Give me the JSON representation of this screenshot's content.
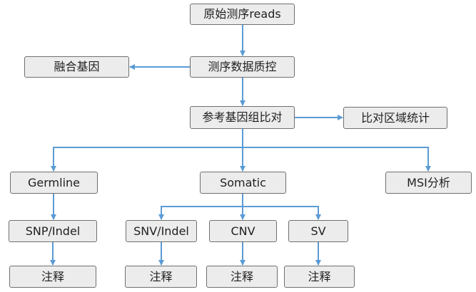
{
  "colors": {
    "node_fill": "#ececec",
    "node_border": "#6f6f6f",
    "edge": "#5b9bd5",
    "text": "#1f1f1f"
  },
  "nodes": {
    "raw_reads": "原始测序reads",
    "qc": "测序数据质控",
    "fusion": "融合基因",
    "alignment": "参考基因组比对",
    "align_stats": "比对区域统计",
    "germline": "Germline",
    "somatic": "Somatic",
    "msi": "MSI分析",
    "germline_snp_indel": "SNP/Indel",
    "somatic_snv_indel": "SNV/Indel",
    "cnv": "CNV",
    "sv": "SV",
    "annot_germline": "注释",
    "annot_snv": "注释",
    "annot_cnv": "注释",
    "annot_sv": "注释"
  },
  "edges": [
    {
      "from": "raw_reads",
      "to": "qc"
    },
    {
      "from": "qc",
      "to": "fusion"
    },
    {
      "from": "qc",
      "to": "alignment"
    },
    {
      "from": "alignment",
      "to": "align_stats"
    },
    {
      "from": "alignment",
      "to": "germline"
    },
    {
      "from": "alignment",
      "to": "somatic"
    },
    {
      "from": "alignment",
      "to": "msi"
    },
    {
      "from": "germline",
      "to": "germline_snp_indel"
    },
    {
      "from": "germline_snp_indel",
      "to": "annot_germline"
    },
    {
      "from": "somatic",
      "to": "somatic_snv_indel"
    },
    {
      "from": "somatic",
      "to": "cnv"
    },
    {
      "from": "somatic",
      "to": "sv"
    },
    {
      "from": "somatic_snv_indel",
      "to": "annot_snv"
    },
    {
      "from": "cnv",
      "to": "annot_cnv"
    },
    {
      "from": "sv",
      "to": "annot_sv"
    }
  ]
}
